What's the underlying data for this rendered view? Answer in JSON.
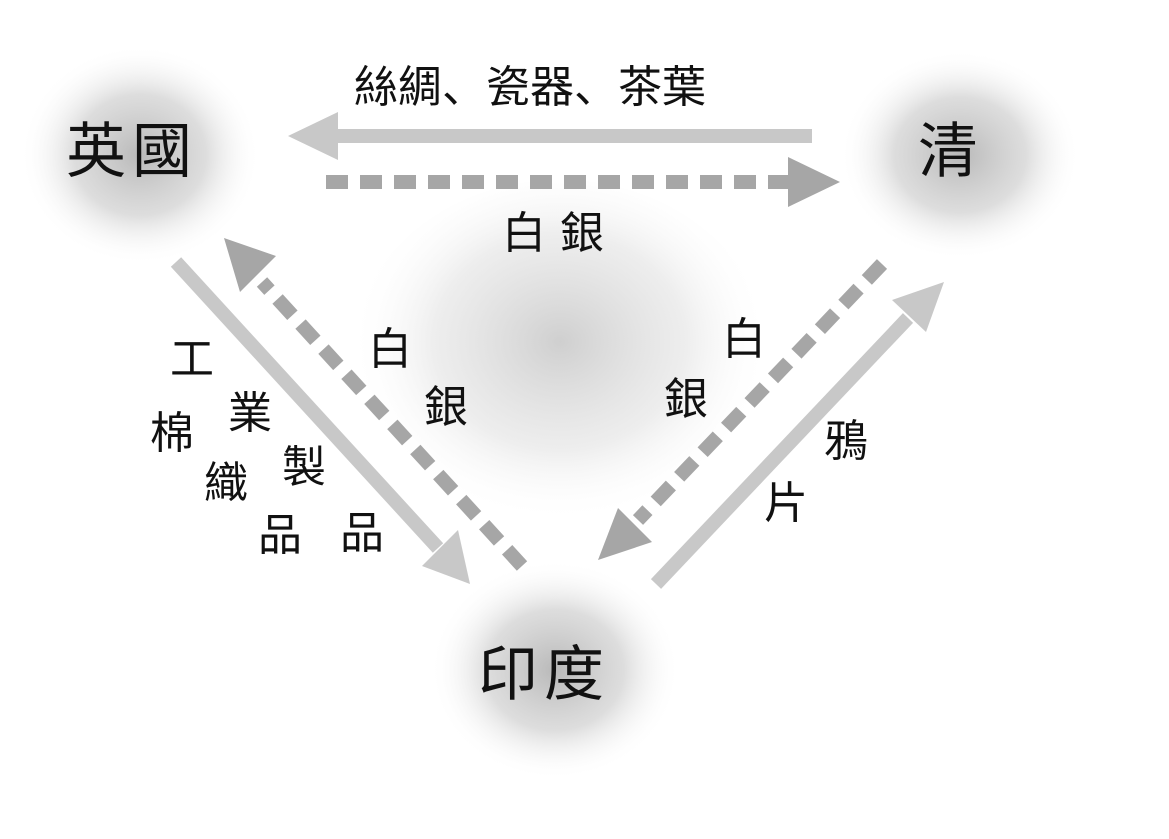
{
  "nodes": {
    "britain": "英國",
    "qing": "清",
    "india": "印度"
  },
  "flows": {
    "qing_to_britain": "絲綢、瓷器、茶葉",
    "britain_to_qing": "白 銀",
    "britain_to_india_1": "工",
    "britain_to_india_2": "業",
    "britain_to_india_3": "棉",
    "britain_to_india_4": "製",
    "britain_to_india_5": "織",
    "britain_to_india_6": "品",
    "britain_to_india_7": "品",
    "india_to_britain_1": "白",
    "india_to_britain_2": "銀",
    "qing_to_india_1": "白",
    "qing_to_india_2": "銀",
    "india_to_qing_1": "鴉",
    "india_to_qing_2": "片"
  },
  "colors": {
    "solid_arrow": "#c8c8c8",
    "dashed_arrow": "#a6a6a6",
    "glow": "#bdbdbd",
    "text": "#111111"
  }
}
